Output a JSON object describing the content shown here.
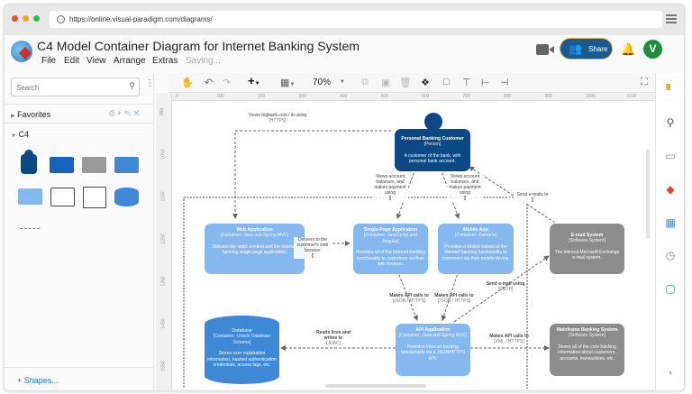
{
  "browser": {
    "url": "https://online.visual-paradigm.com/diagrams/"
  },
  "app": {
    "title": "C4 Model Container Diagram for Internet Banking System",
    "menu": [
      "File",
      "Edit",
      "View",
      "Arrange",
      "Extras"
    ],
    "status": "Saving...",
    "share_label": "Share",
    "avatar_letter": "V",
    "accent": "#1a5a8f",
    "avatar_color": "#1e8e3e"
  },
  "toolbar": {
    "zoom": "70%"
  },
  "sidebar": {
    "search_placeholder": "Search",
    "favorites": "Favorites",
    "c4": "C4",
    "more_shapes": "+ Shapes..."
  },
  "rulers": {
    "top": [
      "0",
      "100",
      "200",
      "300",
      "400",
      "500",
      "600",
      "700",
      "800",
      "900",
      "1000",
      "1100"
    ],
    "left": [
      "950",
      "1050",
      "1150",
      "1250",
      "1350",
      "1450",
      "1550"
    ]
  },
  "diagram": {
    "person": {
      "name": "Personal Banking Customer",
      "type": "[Person]",
      "desc": "A customer of the bank, with personal bank account.",
      "color": "#0b4884"
    },
    "web": {
      "name": "Web Application",
      "type": "[Container: Java and Spring MVC]",
      "desc": "Delivers the static content and the Internet banking single page application.",
      "color": "#85b8ee"
    },
    "spa": {
      "name": "Single-Page Application",
      "type": "[Container: JavaScript and Angular]",
      "desc": "Provides all of the Internet banking functionality to customers via their web browser."
    },
    "mobile": {
      "name": "Mobile App",
      "type": "[Container: Xamarin]",
      "desc": "Provides a limited subset of the Internet banking functionality to customers via their mobile device."
    },
    "email": {
      "name": "E-mail System",
      "type": "[Software System]",
      "desc": "The internal Microsoft Exchange e-mail system.",
      "color": "#8c8c8c"
    },
    "db": {
      "name": "Database",
      "type": "[Container: Oracle Database Schema]",
      "desc": "Stores user registration information, hashed authentication credentials, access logs, etc.",
      "color": "#3f88d6"
    },
    "api": {
      "name": "API Application",
      "type": "[Container: Java and Spring MVC]",
      "desc": "Provides Internet banking functionality via a JSON/HTTPS API."
    },
    "mainframe": {
      "name": "Mainframe Banking System",
      "type": "[Software System]",
      "desc": "Stores all of the core banking information about customers, accounts, transactions, etc."
    },
    "edges": {
      "e1": "Views bigbank.com / ib using",
      "e1t": "[HTTPS]",
      "e2": "Views account balances, and makes payment using",
      "e2t": "[]",
      "e3": "Views account balances, and makes payment using",
      "e3t": "[]",
      "e4": "Delivers to the customer's web browser",
      "e4t": "[]",
      "e5": "Send e-mails to",
      "e5t": "[]",
      "e6": "Makes API calls to",
      "e6t": "[JSON / HTTPS]",
      "e7": "Makes API calls to",
      "e7t": "[JSON / HTTPS]",
      "e8": "Send e-mail using",
      "e8t": "[SMTP]",
      "e9": "Reads from and writes to",
      "e9t": "[JDBC]",
      "e10": "Makes API calls to",
      "e10t": "[XML / HTTPS]"
    }
  }
}
